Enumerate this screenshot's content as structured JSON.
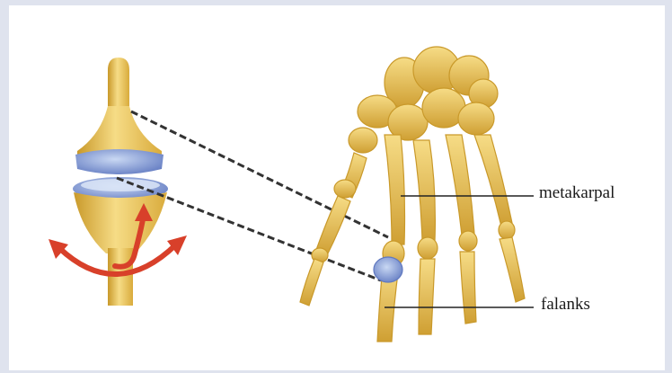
{
  "labels": {
    "metacarpal": "metakarpal",
    "phalanx": "falanks"
  },
  "colors": {
    "background": "#dfe3ee",
    "panel": "#ffffff",
    "bone": "#e8c25a",
    "bone_dark": "#c9992a",
    "bone_light": "#f6dc86",
    "cartilage": "#6f86c9",
    "arrow": "#d8402a",
    "leader_line": "#222222"
  },
  "icons": {
    "joint_model": "saddle-joint-model",
    "hand": "hand-skeleton",
    "rotation_arrows": "rotation-arrows"
  }
}
